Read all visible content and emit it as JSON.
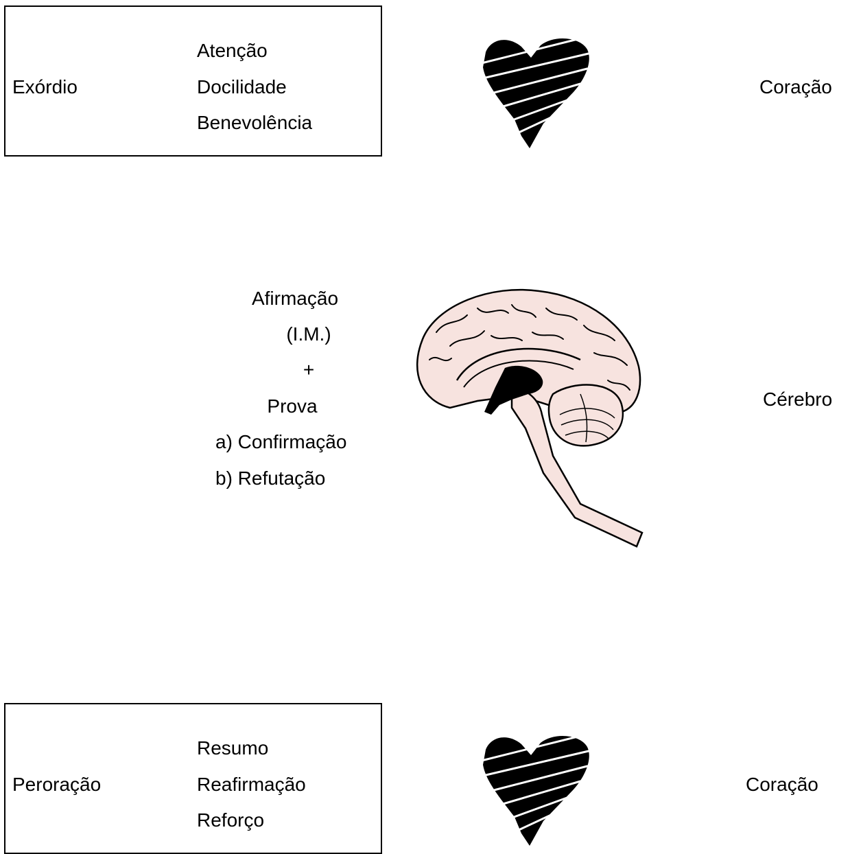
{
  "section_top": {
    "title": "Exórdio",
    "items": [
      "Atenção",
      "Docilidade",
      "Benevolência"
    ],
    "organ_label": "Coração",
    "organ_icon": "heart-icon"
  },
  "section_middle": {
    "lines": [
      "Afirmação",
      "(I.M.)",
      "+",
      "Prova",
      "a) Confirmação",
      "b) Refutação"
    ],
    "organ_label": "Cérebro",
    "organ_icon": "brain-icon"
  },
  "section_bottom": {
    "title": "Peroração",
    "items": [
      "Resumo",
      "Reafirmação",
      "Reforço"
    ],
    "organ_label": "Coração",
    "organ_icon": "heart-icon"
  },
  "colors": {
    "ink": "#000000",
    "brain_fill": "#f7e3df",
    "background": "#ffffff"
  }
}
